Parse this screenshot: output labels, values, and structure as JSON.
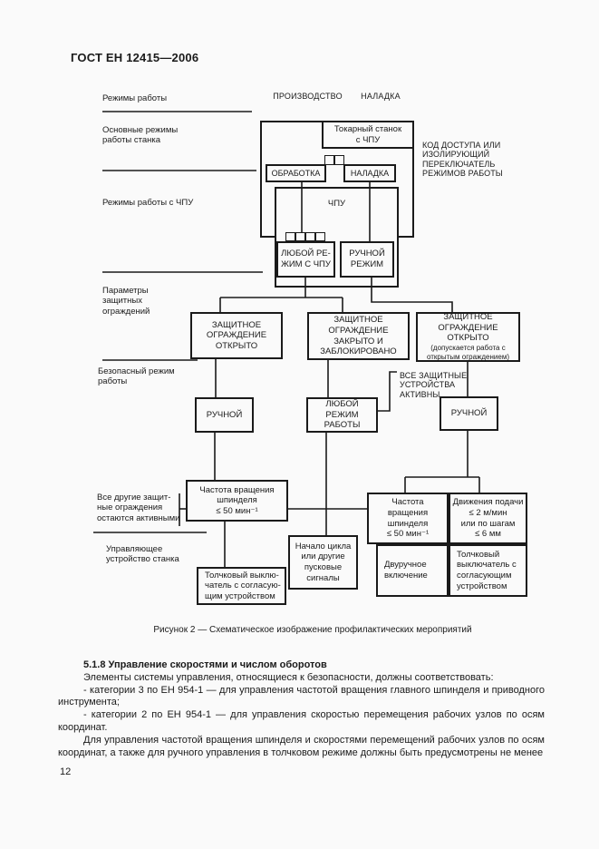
{
  "colors": {
    "ink": "#1a1a1a",
    "paper": "#fafafa"
  },
  "header": {
    "standard": "ГОСТ ЕН 12415—2006"
  },
  "diagram": {
    "column_headers": {
      "production": "ПРОИЗВОДСТВО",
      "setup": "НАЛАДКА"
    },
    "side_labels": {
      "work_modes": "Режимы работы",
      "basic_modes": "Основные режимы\nработы станка",
      "cnc_modes": "Режимы работы с ЧПУ",
      "guard_params": "Параметры\nзащитных\nограждений",
      "safe_mode": "Безопасный режим\nработы",
      "other_guards": "Все другие защит-\nные  ограждения\nостаются активными",
      "control_device": "Управляющее\nустройство станка"
    },
    "annotations": {
      "access_code": "КОД ДОСТУПА ИЛИ\nИЗОЛИРУЮЩИЙ\nПЕРЕКЛЮЧАТЕЛЬ\nРЕЖИМОВ РАБОТЫ",
      "all_devices_active": "ВСЕ ЗАЩИТНЫЕ\nУСТРОЙСТВА\nАКТИВНЫ"
    },
    "boxes": {
      "lathe": "Токарный станок\nс ЧПУ",
      "processing": "ОБРАБОТКА",
      "setup": "НАЛАДКА",
      "cnc": "ЧПУ",
      "any_cnc_mode": "ЛЮБОЙ РЕ-\nЖИМ С ЧПУ",
      "manual_mode": "РУЧНОЙ\nРЕЖИМ",
      "guard_open": "ЗАЩИТНОЕ\nОГРАЖДЕНИЕ\nОТКРЫТО",
      "guard_locked": "ЗАЩИТНОЕ\nОГРАЖДЕНИЕ\nЗАКРЫТО  И\nЗАБЛОКИРОВАНО",
      "guard_open_allowed": "ЗАЩИТНОЕ\nОГРАЖДЕНИЕ\nОТКРЫТО",
      "guard_open_allowed_note": "(допускается работа с\nоткрытым ограждением)",
      "manual_left": "РУЧНОЙ",
      "any_work_mode": "ЛЮБОЙ\nРЕЖИМ\nРАБОТЫ",
      "manual_right": "РУЧНОЙ",
      "spindle_speed": "Частота вращения\nшпинделя\n≤ 50 мин⁻¹",
      "cycle_start": "Начало цикла\nили другие\nпусковые\nсигналы",
      "jog_switch": "Толчковый выклю-\nчатель с согласую-\nщим устройством",
      "spindle_speed_small": "Частота\nвращения\nшпинделя\n≤ 50 мин⁻¹",
      "feed_motion": "Движения подачи\n≤ 2 м/мин\nили по шагам\n≤ 6 мм",
      "two_hand": "Двуручное\nвключение",
      "jog_switch2": "Толчковый\nвыключатель с\nсогласующим\nустройством"
    },
    "caption": "Рисунок 2 — Схематическое изображение профилактических мероприятий"
  },
  "content": {
    "heading": "5.1.8  Управление скоростями и числом оборотов",
    "paragraphs": [
      "Элементы системы управления, относящиеся к безопасности, должны соответствовать:",
      "- категории 3 по ЕН 954-1 — для управления частотой вращения главного шпинделя и приводного инструмента;",
      "- категории 2 по ЕН 954-1 — для управления скоростью перемещения рабочих узлов по осям координат.",
      "Для управления частотой вращения шпинделя и скоростями перемещений рабочих узлов по осям координат, а также для ручного управления в толчковом режиме должны быть предусмотрены не менее"
    ],
    "page_number": "12"
  }
}
